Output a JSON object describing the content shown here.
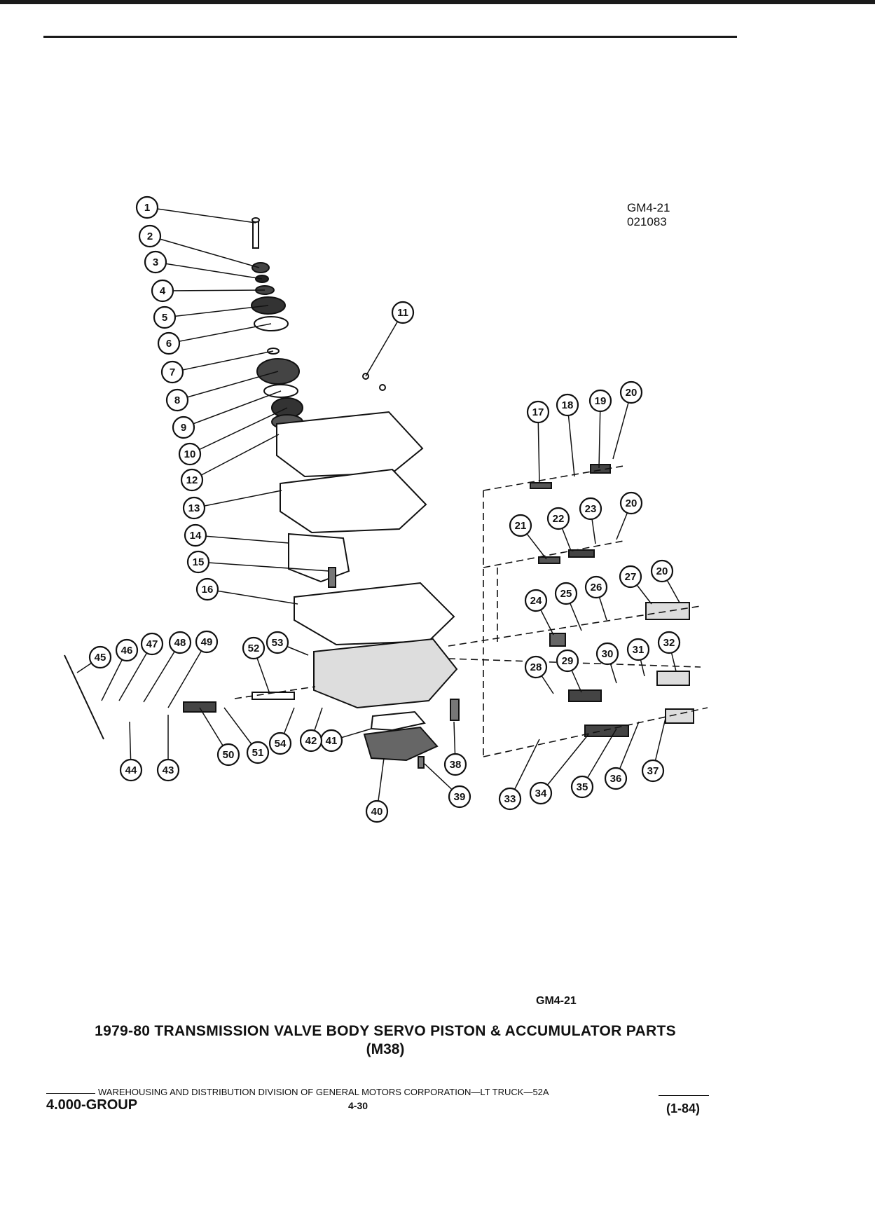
{
  "header": {
    "figure_code": "GM4-21",
    "figure_number": "021083"
  },
  "callouts": [
    "1",
    "2",
    "3",
    "4",
    "5",
    "6",
    "7",
    "8",
    "9",
    "10",
    "11",
    "12",
    "13",
    "14",
    "15",
    "16",
    "17",
    "18",
    "19",
    "20",
    "21",
    "22",
    "23",
    "24",
    "25",
    "26",
    "27",
    "28",
    "29",
    "30",
    "31",
    "32",
    "33",
    "34",
    "35",
    "36",
    "37",
    "38",
    "39",
    "40",
    "41",
    "42",
    "43",
    "44",
    "45",
    "46",
    "47",
    "48",
    "49",
    "50",
    "51",
    "52",
    "53",
    "54"
  ],
  "caption": {
    "code": "GM4-21",
    "title": "1979-80 TRANSMISSION VALVE BODY SERVO PISTON & ACCUMULATOR PARTS",
    "subtitle": "(M38)"
  },
  "footer": {
    "division": "WAREHOUSING AND DISTRIBUTION  DIVISION OF GENERAL MOTORS CORPORATION—LT TRUCK—52A",
    "group": "4.000-GROUP",
    "page": "4-30",
    "date": "(1-84)"
  }
}
